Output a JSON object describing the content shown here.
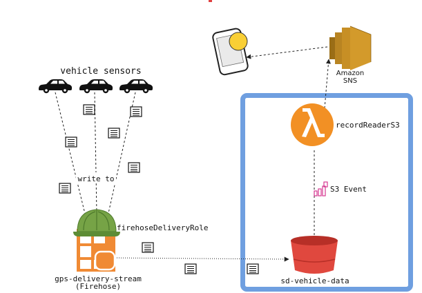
{
  "labels": {
    "vehicle_sensors": "vehicle sensors",
    "write_to": "write to",
    "firehose_role": "firehoseDeliveryRole",
    "firehose_name": "gps-delivery-stream",
    "firehose_type": "(Firehose)",
    "bucket": "sd-vehicle-data",
    "lambda": "recordReaderS3",
    "s3_event": "S3 Event",
    "sns_line1": "Amazon",
    "sns_line2": "SNS"
  },
  "colors": {
    "boundary_blue": "#6f9fe0",
    "lambda_orange": "#f29024",
    "bucket_red": "#e0483e",
    "sns_gold": "#d39a2b",
    "firehose_orange": "#f08a34",
    "helmet_green": "#76a346",
    "event_pink": "#d4358f",
    "phone_yellow": "#f9cf35"
  },
  "icons": [
    "car-icon",
    "document-icon",
    "lambda-icon",
    "s3-bucket-icon",
    "sns-icon",
    "phone-icon",
    "firehose-icon",
    "helmet-icon",
    "s3-event-icon"
  ]
}
